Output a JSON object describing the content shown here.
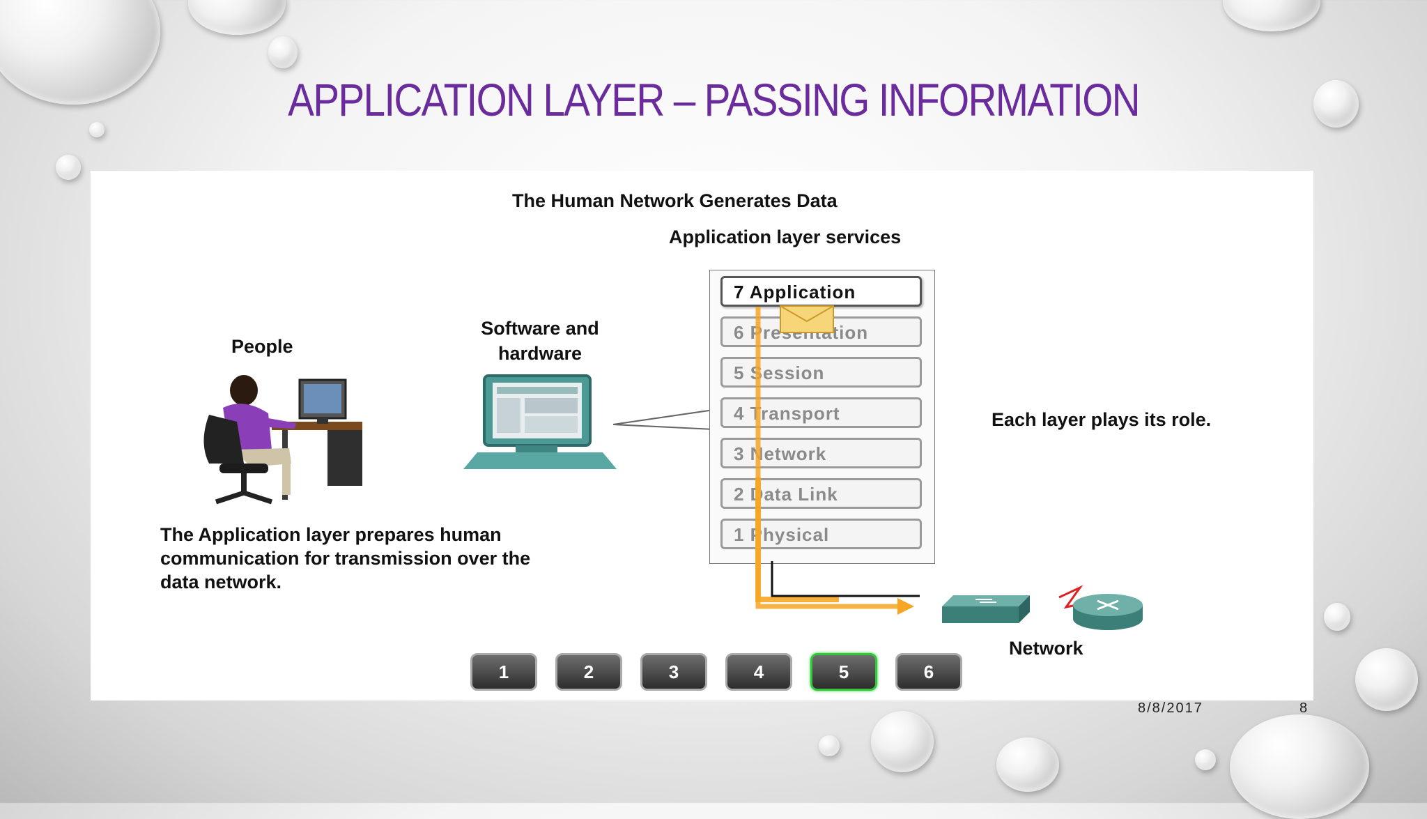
{
  "slide": {
    "title": "APPLICATION LAYER – PASSING INFORMATION",
    "date": "8/8/2017",
    "page_number": "8",
    "title_color": "#6a2c9c"
  },
  "figure": {
    "heading": "The Human Network Generates Data",
    "services_label": "Application layer services",
    "people_label": "People",
    "software_label_line1": "Software and",
    "software_label_line2": "hardware",
    "role_text": "Each layer plays its role.",
    "caption_line1": "The Application layer prepares human",
    "caption_line2": "communication for transmission over the",
    "caption_line3": "data network.",
    "network_label": "Network",
    "layers": [
      "7 Application",
      "6 Presentation",
      "5 Session",
      "4 Transport",
      "3 Network",
      "2 Data Link",
      "1 Physical"
    ],
    "active_layer": "7 Application",
    "nav_buttons": [
      "1",
      "2",
      "3",
      "4",
      "5",
      "6"
    ],
    "active_nav": "5",
    "accent_orange": "#f5a623",
    "accent_green": "#31c83a"
  }
}
